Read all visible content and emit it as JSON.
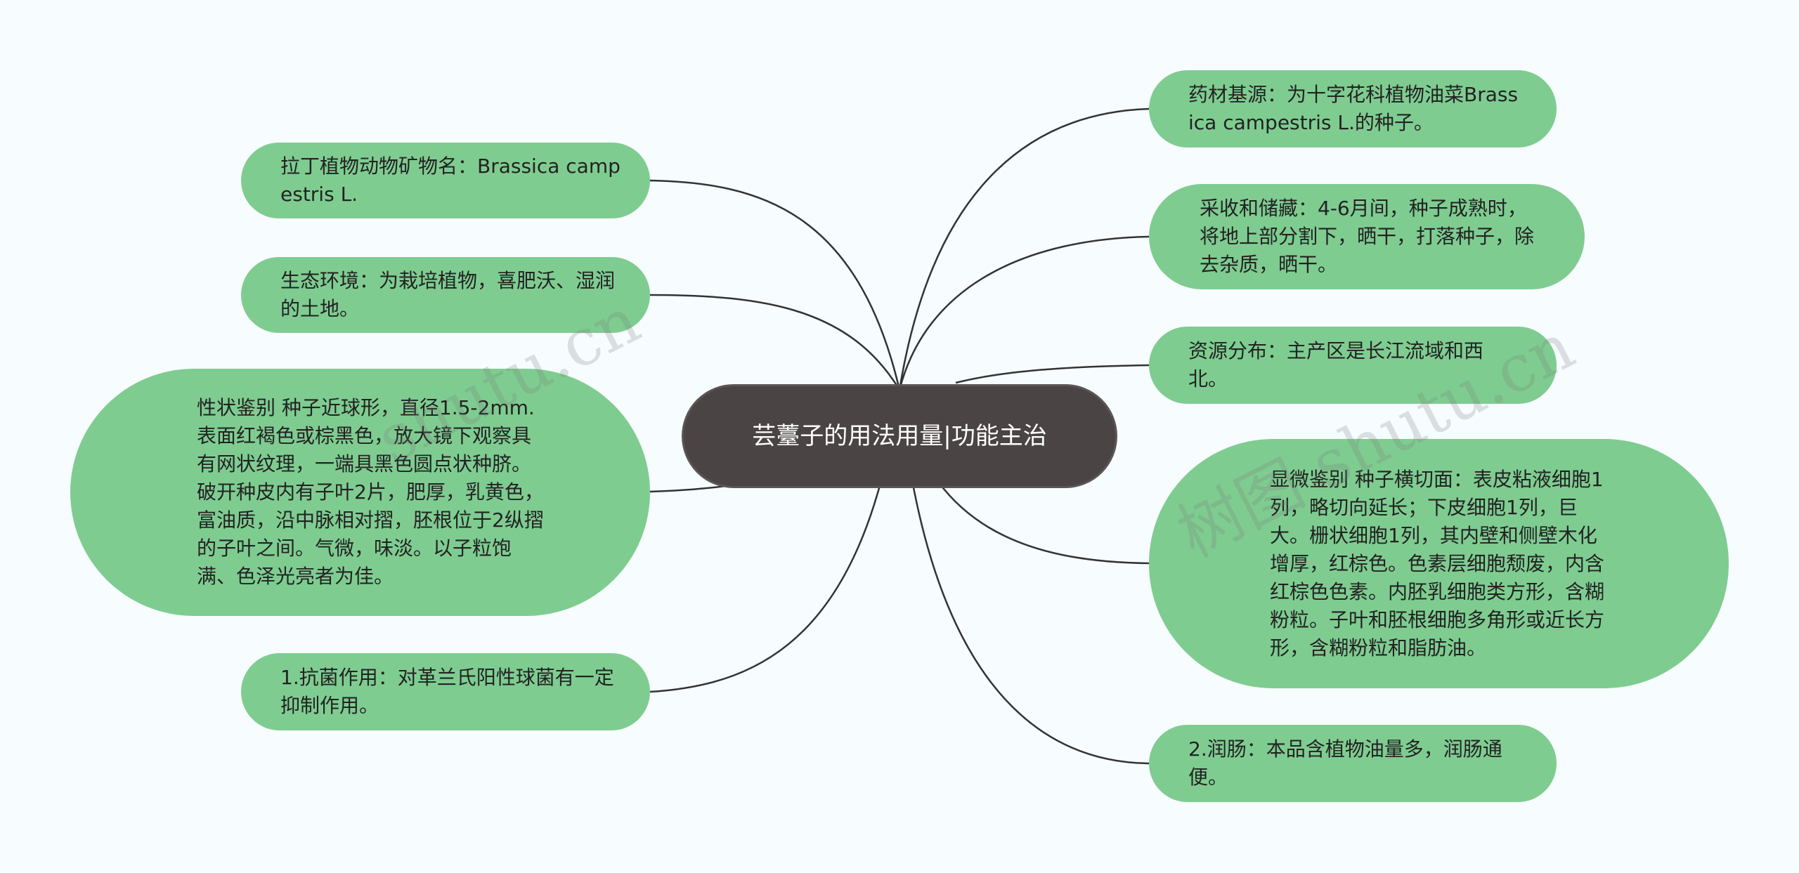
{
  "center": {
    "title": "芸薹子的用法用量|功能主治"
  },
  "left_nodes": [
    {
      "id": "latin-name",
      "text": "拉丁植物动物矿物名：Brassica campestris L."
    },
    {
      "id": "ecology",
      "text": "生态环境：为栽培植物，喜肥沃、湿润的土地。"
    },
    {
      "id": "character",
      "text": "性状鉴别 种子近球形，直径1.5-2mm.表面红褐色或棕黑色，放大镜下观察具有网状纹理，一端具黑色圆点状种脐。破开种皮内有子叶2片，肥厚，乳黄色，富油质，沿中脉相对摺，胚根位于2纵摺的子叶之间。气微，味淡。以子粒饱满、色泽光亮者为佳。"
    },
    {
      "id": "antibacterial",
      "text": "1.抗菌作用：对革兰氏阳性球菌有一定抑制作用。"
    }
  ],
  "right_nodes": [
    {
      "id": "source",
      "text": "药材基源：为十字花科植物油菜Brassica campestris L.的种子。"
    },
    {
      "id": "harvest",
      "text": "采收和储藏：4-6月间，种子成熟时，将地上部分割下，晒干，打落种子，除去杂质，晒干。"
    },
    {
      "id": "distribution",
      "text": "资源分布：主产区是长江流域和西北。"
    },
    {
      "id": "microscopic",
      "text": "显微鉴别 种子横切面：表皮粘液细胞1列，略切向延长；下皮细胞1列，巨大。栅状细胞1列，其内壁和侧壁木化增厚，红棕色。色素层细胞颓废，内含红棕色色素。内胚乳细胞类方形，含糊粉粒。子叶和胚根细胞多角形或近长方形，含糊粉粒和脂肪油。"
    },
    {
      "id": "laxative",
      "text": "2.润肠：本品含植物油量多，润肠通便。"
    }
  ],
  "watermarks": [
    "shutu.cn",
    "树图 shutu.cn"
  ],
  "colors": {
    "background": "#f7fcfe",
    "node_fill": "#7fcc91",
    "center_fill": "#4a4444",
    "edge": "#333333"
  }
}
